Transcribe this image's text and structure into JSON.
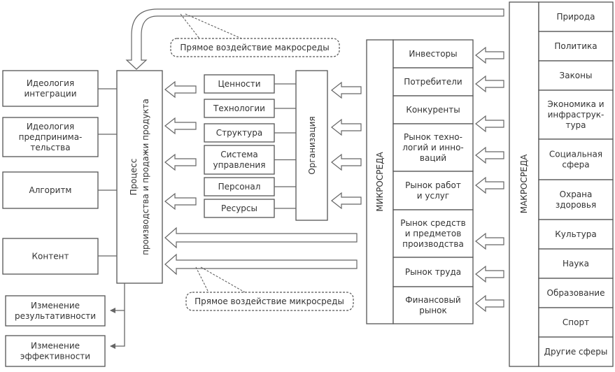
{
  "macro": {
    "label": "МАКРОСРЕДА",
    "items": [
      "Природа",
      "Политика",
      "Законы",
      "Экономика и инфраструк-тура",
      "Социальная сфера",
      "Охрана здоровья",
      "Культура",
      "Наука",
      "Образование",
      "Спорт",
      "Другие сферы"
    ]
  },
  "micro": {
    "label": "МИКРОСРЕДА",
    "items": [
      "Инвесторы",
      "Потребители",
      "Конкуренты",
      "Рынок техно-логий и инно-ваций",
      "Рынок работ и услуг",
      "Рынок средств и предметов производства",
      "Рынок труда",
      "Финансовый рынок"
    ]
  },
  "organization": {
    "label": "Организация",
    "items": [
      "Ценности",
      "Технологии",
      "Структура",
      "Система управления",
      "Персонал",
      "Ресурсы"
    ]
  },
  "process": {
    "label_line1": "Процесс",
    "label_line2": "производства и продажи продукта"
  },
  "left": {
    "items": [
      "Идеология интеграции",
      "Идеология предпринима-тельства",
      "Алгоритм",
      "Контент"
    ],
    "outputs": [
      "Изменение результативности",
      "Изменение эффективности"
    ]
  },
  "notes": {
    "macro_impact": "Прямое воздействие макросреды",
    "micro_impact": "Прямое воздействие микросреды"
  }
}
